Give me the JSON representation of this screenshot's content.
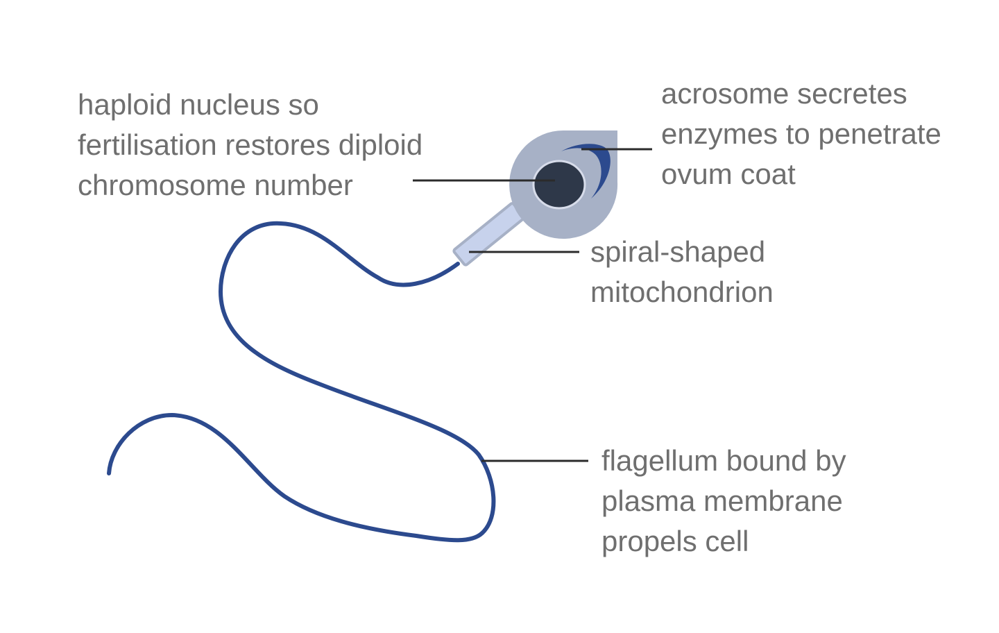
{
  "labels": {
    "nucleus": [
      "haploid nucleus so",
      "fertilisation restores diploid",
      "chromosome number"
    ],
    "acrosome": [
      "acrosome secretes",
      "enzymes to penetrate",
      "ovum coat"
    ],
    "mitochondrion": [
      "spiral-shaped",
      "mitochondrion"
    ],
    "flagellum": [
      "flagellum bound by",
      "plasma membrane",
      "propels cell"
    ]
  },
  "colors": {
    "head": "#a7b1c6",
    "nucleus": "#2e3849",
    "acrosome": "#2c4a8e",
    "midpiece": "#c7d2ec",
    "flagellum": "#2c4a8e",
    "leader_line": "#2b2b2b",
    "label_text": "#6f6f6f"
  }
}
